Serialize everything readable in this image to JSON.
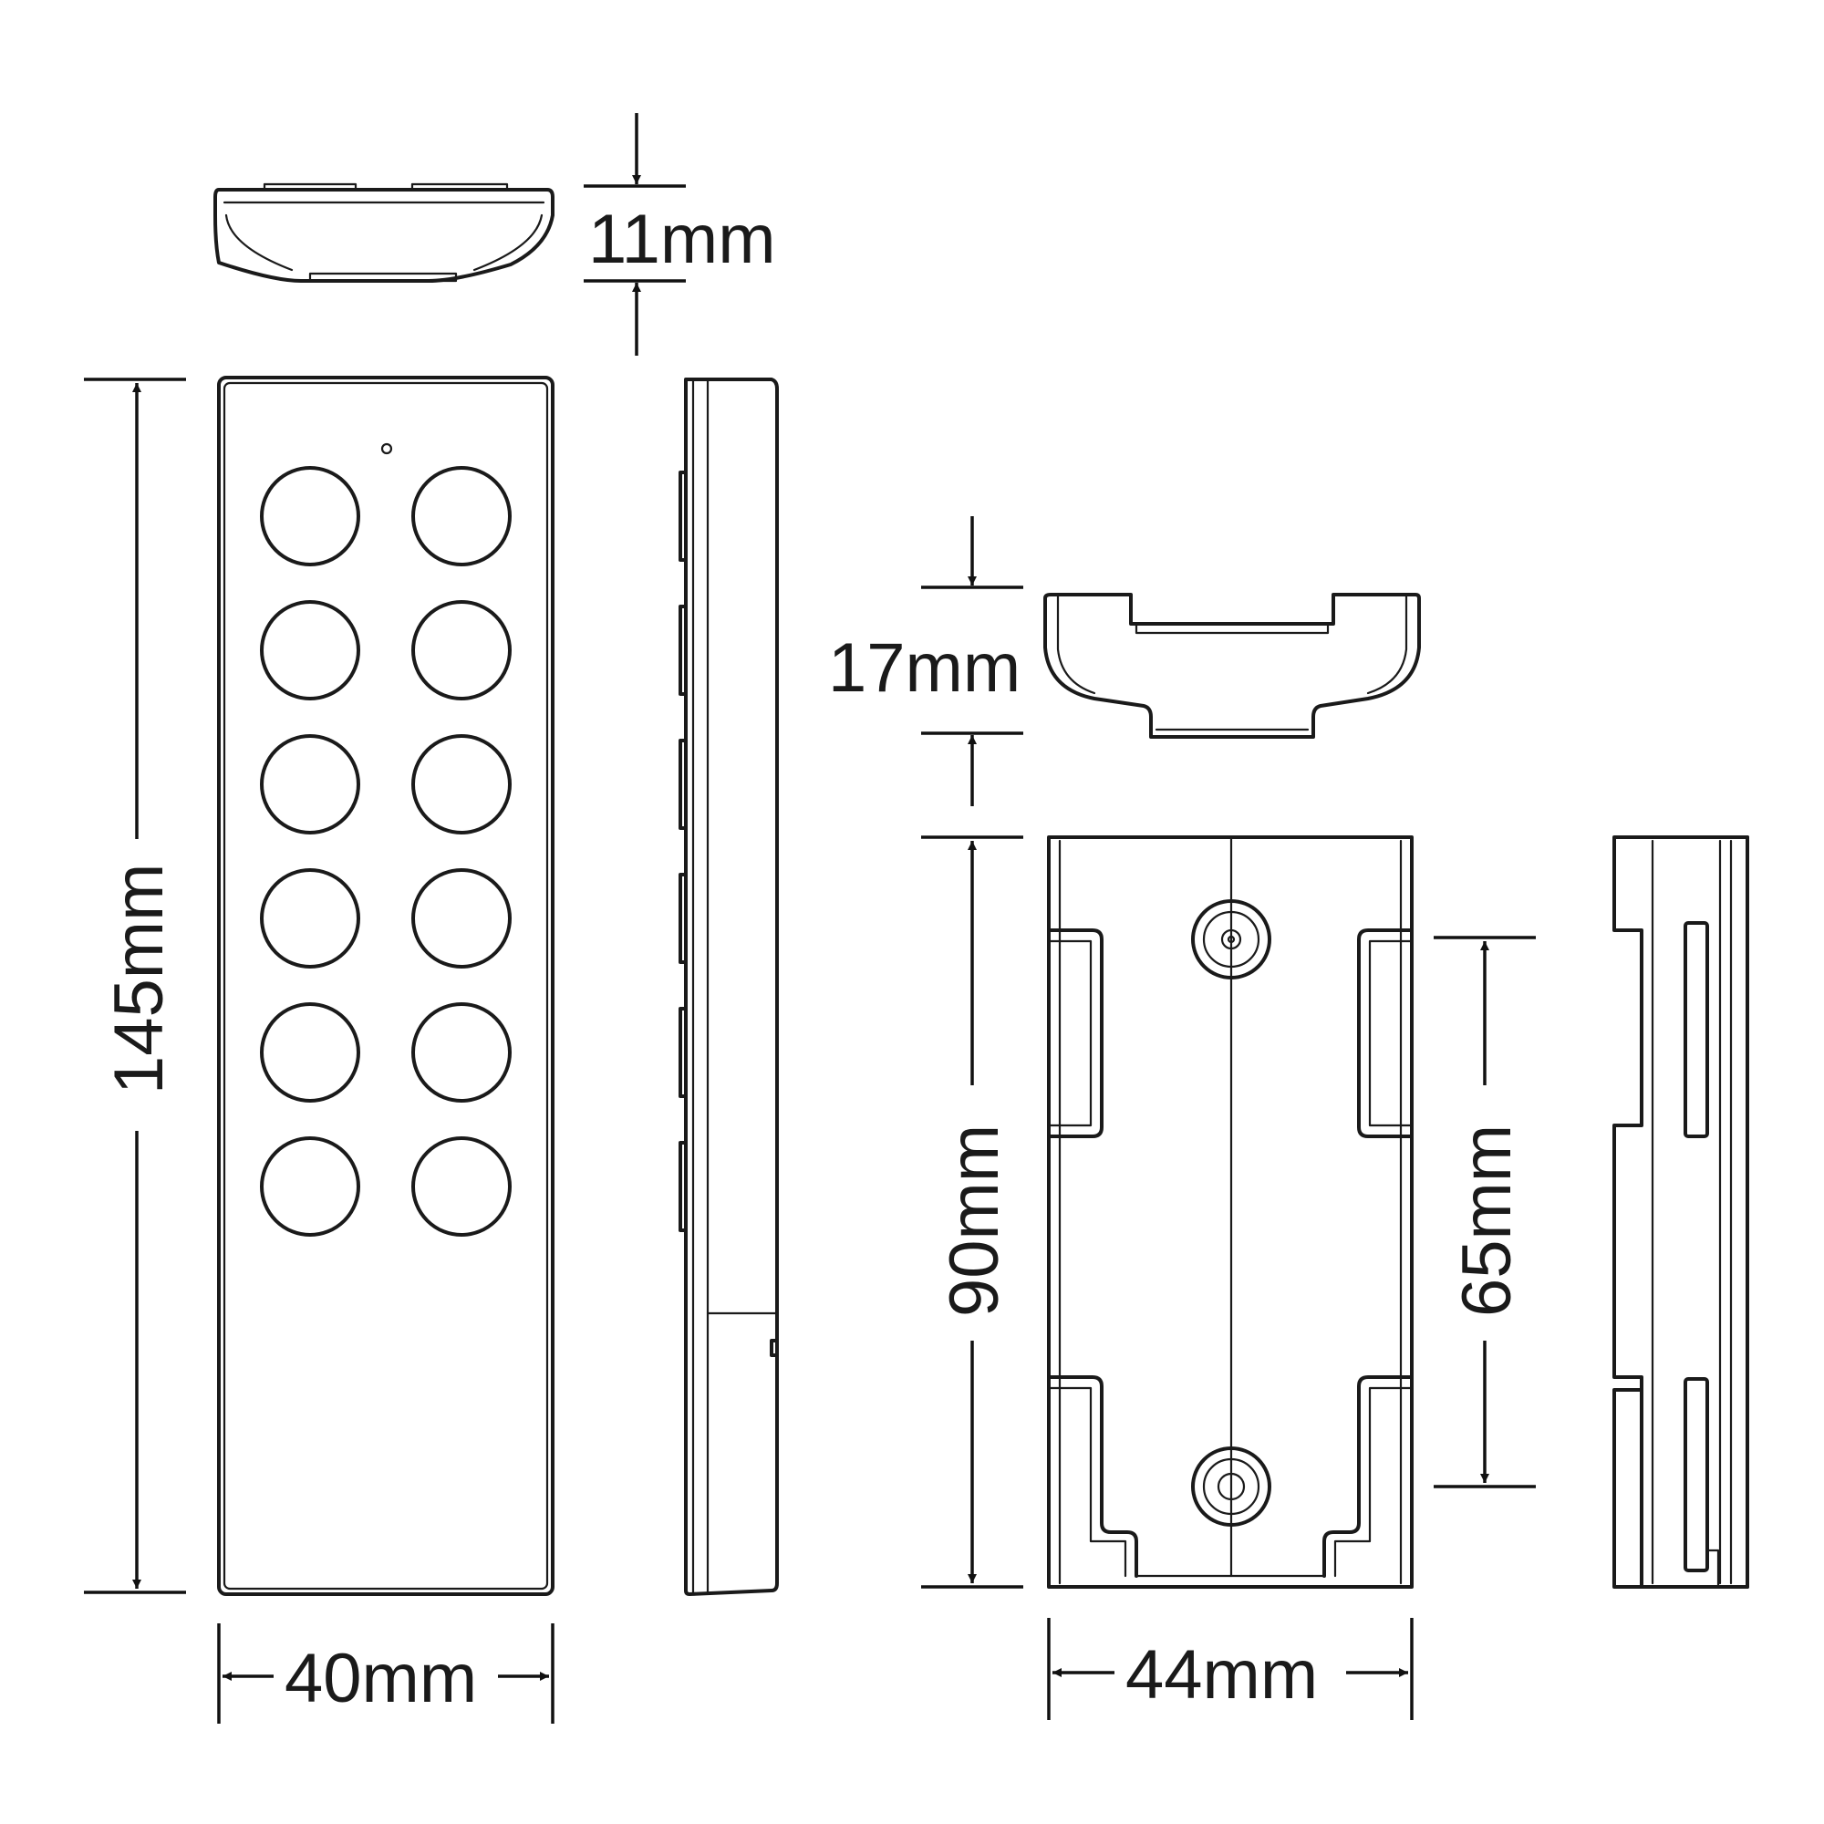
{
  "colors": {
    "stroke": "#1a1a1a",
    "background": "#ffffff"
  },
  "dimensions": {
    "remote_thickness": "11mm",
    "remote_length": "145mm",
    "remote_width": "40mm",
    "holder_depth": "17mm",
    "holder_height": "90mm",
    "holder_width": "44mm",
    "holder_hole_spacing": "65mm"
  },
  "remote": {
    "button_rows": 6,
    "button_columns": 2
  }
}
